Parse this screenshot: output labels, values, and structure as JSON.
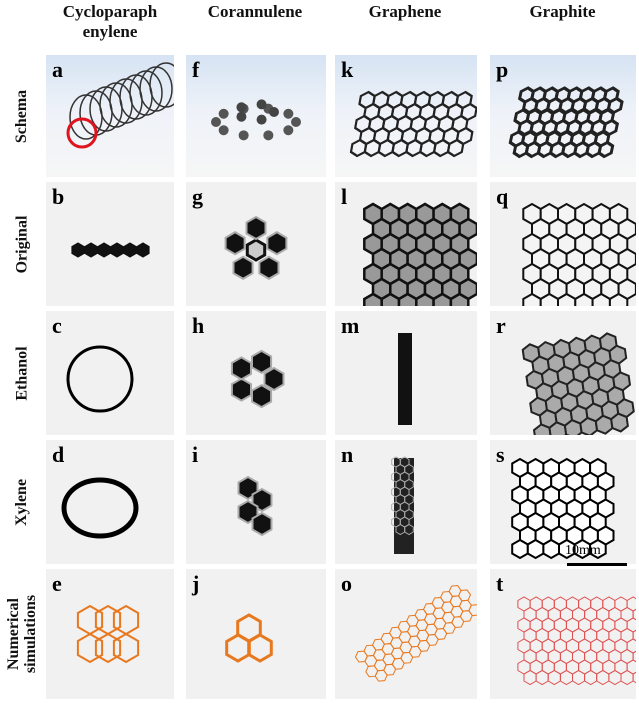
{
  "columns": [
    "Cycloparaph enylene",
    "Corannulene",
    "Graphene",
    "Graphite"
  ],
  "rows": [
    "Schema",
    "Original",
    "Ethanol",
    "Xylene",
    "Numerical simulations"
  ],
  "panels": [
    [
      "a",
      "f",
      "k",
      "p"
    ],
    [
      "b",
      "g",
      "l",
      "q"
    ],
    [
      "c",
      "h",
      "m",
      "r"
    ],
    [
      "d",
      "i",
      "n",
      "s"
    ],
    [
      "e",
      "j",
      "o",
      "t"
    ]
  ],
  "scale_bar": "10mm",
  "colors": {
    "highlight": "#e0141e",
    "simulation_orange": "#e8781e",
    "simulation_red": "#e05050"
  }
}
